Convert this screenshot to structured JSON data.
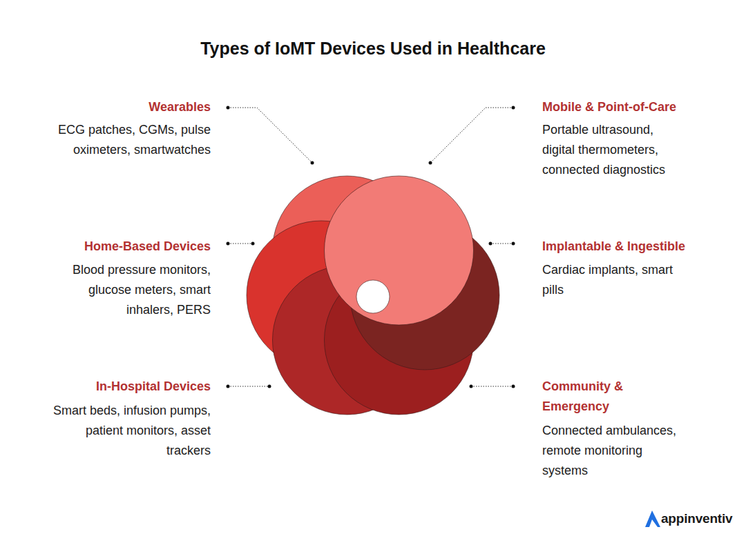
{
  "diagram": {
    "title": "Types of IoMT Devices Used in Healthcare",
    "labels": [
      "Wearables",
      "ECG patches, CGMs, pulse oximeters, smartwatches",
      "Mobile & Point-of-Care",
      "Portable ultrasound, digital thermometers, connected diagnostics",
      "Home-Based Devices",
      "Blood pressure monitors, glucose meters, smart inhalers, PERS",
      "Implantable & Ingestible",
      "Cardiac implants, smart pills",
      "In-Hospital Devices",
      "Smart beds, infusion pumps, patient monitors, asset trackers",
      "Community & Emergency",
      "Connected ambulances, remote monitoring systems",
      "appinventiv"
    ]
  }
}
